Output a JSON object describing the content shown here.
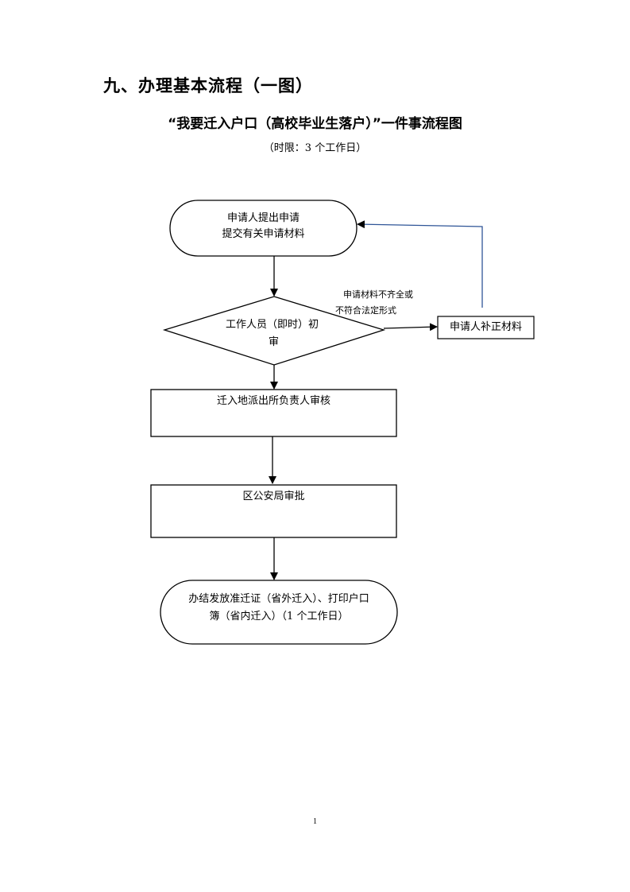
{
  "section_heading": "九、办理基本流程（一图）",
  "flow_title": "“我要迁入户口（高校毕业生落户）”一件事流程图",
  "flow_subtitle": "（时限：3 个工作日）",
  "nodes": {
    "apply": {
      "line1": "申请人提出申请",
      "line2": "提交有关申请材料"
    },
    "initial_review": {
      "line1": "工作人员（即时）初",
      "line2": "审"
    },
    "supplement": {
      "label": "申请人补正材料"
    },
    "police_station_review": {
      "label": "迁入地派出所负责人审核"
    },
    "district_approval": {
      "label": "区公安局审批"
    },
    "issue": {
      "line1": "办结发放准迁证（省外迁入）、打印户口",
      "line2": "簿（省内迁入）（1 个工作日）"
    }
  },
  "branch_label": {
    "line1": "申请材料不齐全或",
    "line2": "不符合法定形式"
  },
  "page_number": "1"
}
